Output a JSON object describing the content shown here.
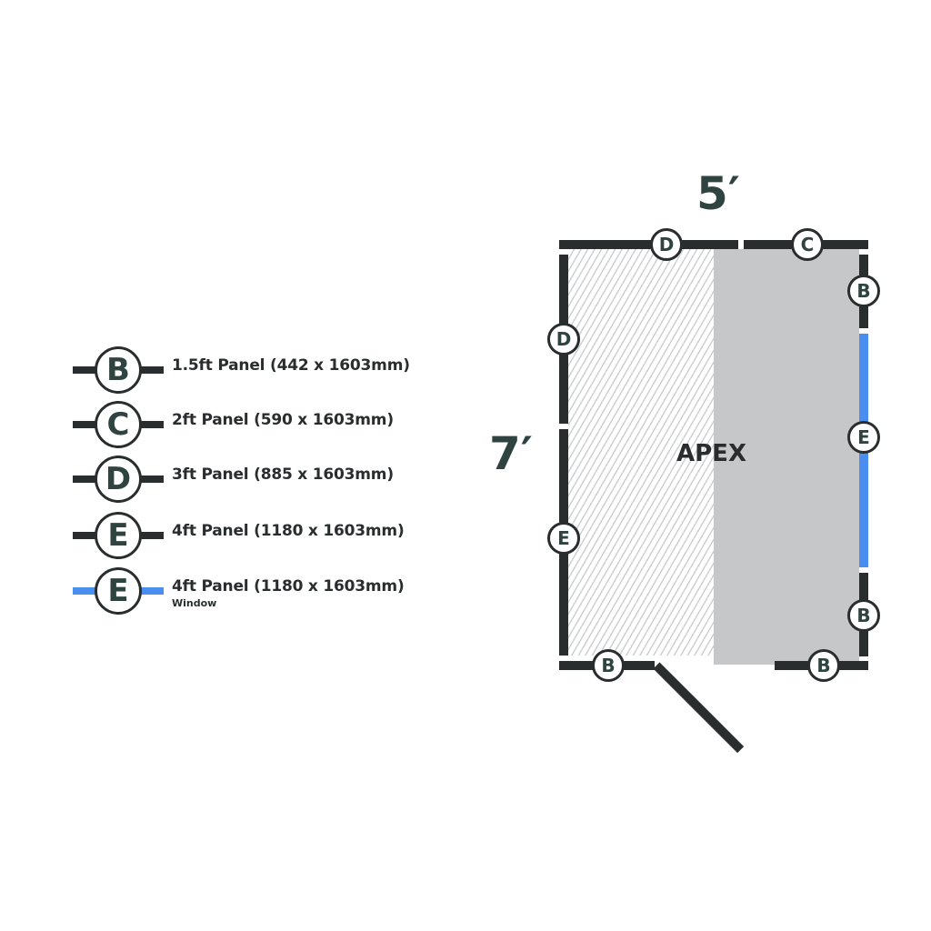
{
  "legend": {
    "items": [
      {
        "letter": "B",
        "label": "1.5ft Panel (442 x 1603mm)",
        "sub": "",
        "line_color": "#2a2d2e"
      },
      {
        "letter": "C",
        "label": "2ft Panel (590 x 1603mm)",
        "sub": "",
        "line_color": "#2a2d2e"
      },
      {
        "letter": "D",
        "label": "3ft Panel (885 x 1603mm)",
        "sub": "",
        "line_color": "#2a2d2e"
      },
      {
        "letter": "E",
        "label": "4ft Panel (1180 x 1603mm)",
        "sub": "",
        "line_color": "#2a2d2e"
      },
      {
        "letter": "E",
        "label": "4ft Panel (1180 x 1603mm)",
        "sub": "Window",
        "line_color": "#4a8ef0"
      }
    ]
  },
  "plan": {
    "width_label": "5′",
    "depth_label": "7′",
    "area_label": "APEX",
    "tags": {
      "top_left": "D",
      "top_right": "C",
      "left_upper": "D",
      "left_lower": "E",
      "right_top": "B",
      "right_window": "E",
      "right_bottom": "B",
      "bottom_left": "B",
      "bottom_right": "B"
    }
  },
  "colors": {
    "wall": "#2a2d2e",
    "window": "#4a8ef0",
    "apex_fill": "#c6c7c9",
    "letter": "#2f4440"
  }
}
